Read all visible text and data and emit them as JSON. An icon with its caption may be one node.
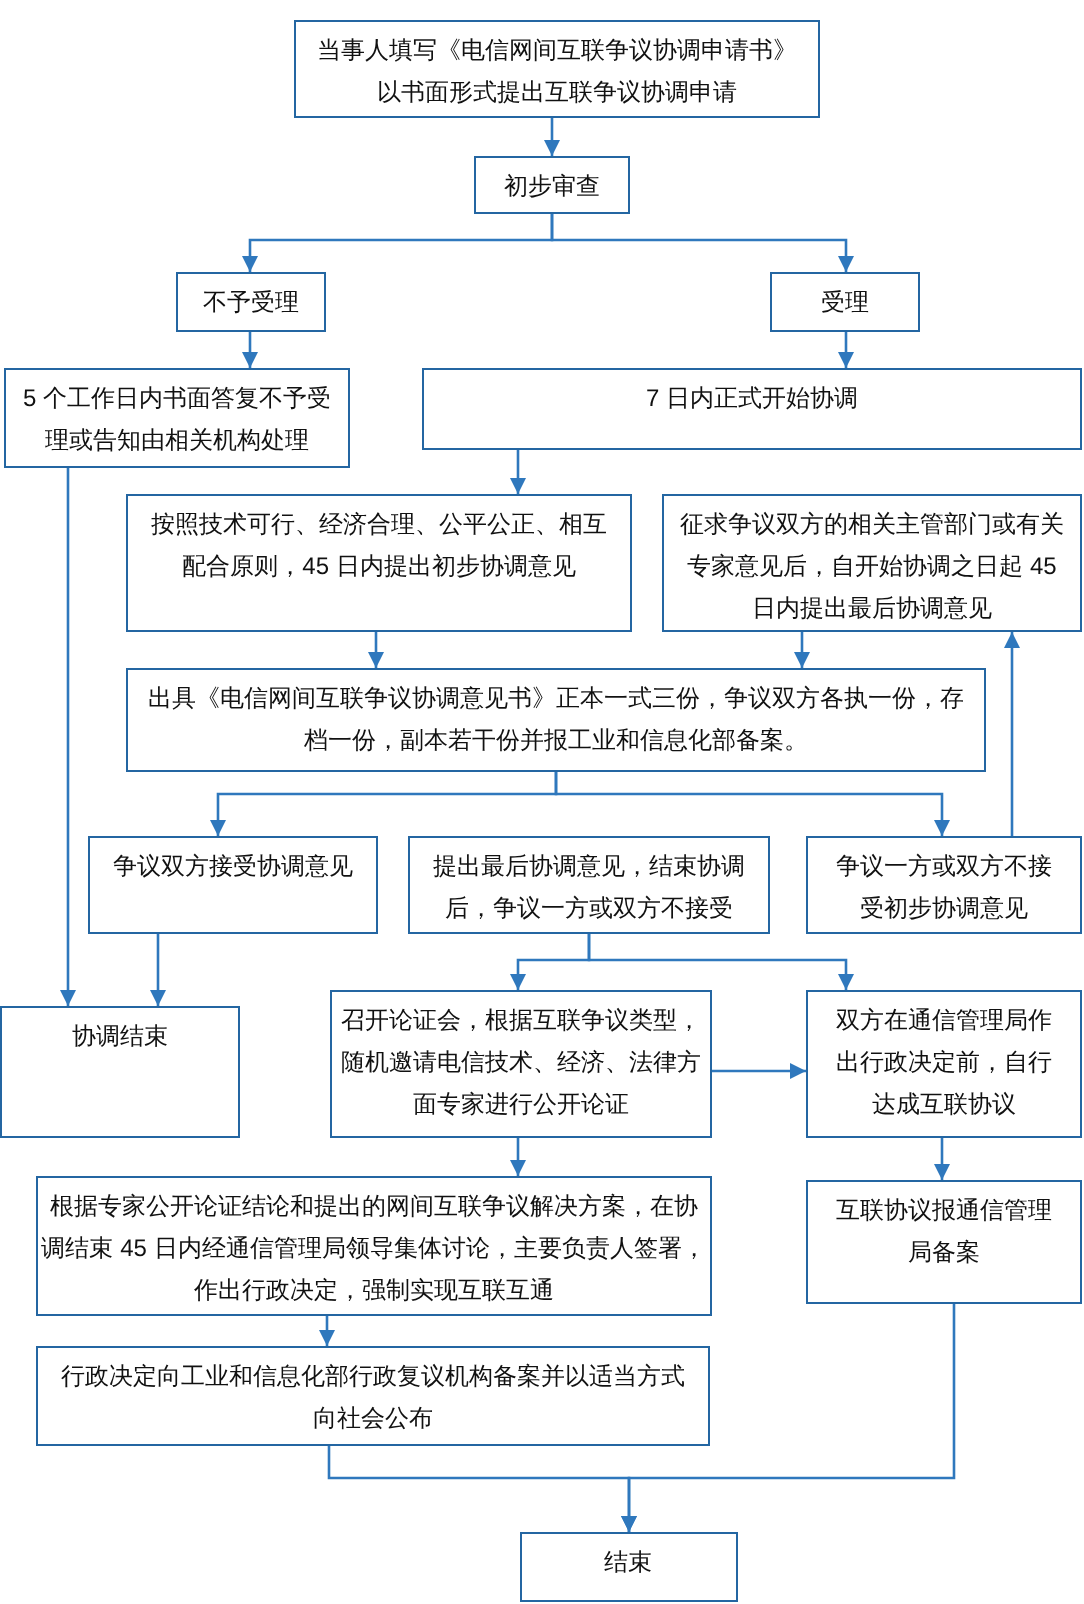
{
  "diagram": {
    "nodes": [
      {
        "text": [
          "当事人填写《电信网间互联争议协调申请书》以书面形式提出互联争议协调申请"
        ]
      },
      {
        "text": [
          "初步审查"
        ]
      },
      {
        "text": [
          "不予受理"
        ]
      },
      {
        "text": [
          "受理"
        ]
      },
      {
        "text": [
          "5 个工作日内书面答复不予受理或告知由相关机构处理"
        ]
      },
      {
        "text": [
          "7 日内正式开始协调"
        ]
      },
      {
        "text": [
          "按照技术可行、经济合理、公平公正、相互配合原则，45 日内提出初步协调意见"
        ]
      },
      {
        "text": [
          "征求争议双方的相关主管部门或有关专家意见后，自开始协调之日起 45 日内提出最后协调意见"
        ]
      },
      {
        "text": [
          "出具《电信网间互联争议协调意见书》正本一式三份，争议双方各执一份，存档一份，副本若干份并报工业和信息化部备案。"
        ]
      },
      {
        "text": [
          "争议双方接受协调意见"
        ]
      },
      {
        "text": [
          "提出最后协调意见，结束协调后，争议一方或双方不接受"
        ]
      },
      {
        "text": [
          "争议一方或双方不接受初步协调意见"
        ]
      },
      {
        "text": [
          "协调结束"
        ]
      },
      {
        "text": [
          "召开论证会，根据互联争议类型，随机邀请电信技术、经济、法律方面专家进行公开论证"
        ]
      },
      {
        "text": [
          "双方在通信管理局作出行政决定前，自行达成互联协议"
        ]
      },
      {
        "text": [
          "根据专家公开论证结论和提出的网间互联争议解决方案，在协调结束 45 日内经通信管理局领导集体讨论，主要负责人签署，作出行政决定，强制实现互联互通"
        ]
      },
      {
        "text": [
          "互联协议报通信管理局备案"
        ]
      },
      {
        "text": [
          "行政决定向工业和信息化部行政复议机构备案并以适当方式向社会公布"
        ]
      },
      {
        "text": [
          "结束"
        ]
      }
    ],
    "edges": [
      {
        "from": 0,
        "to": 1,
        "arrow": "to"
      },
      {
        "from": 1,
        "to": 2,
        "arrow": "to"
      },
      {
        "from": 1,
        "to": 3,
        "arrow": "to"
      },
      {
        "from": 2,
        "to": 4,
        "arrow": "to"
      },
      {
        "from": 3,
        "to": 5,
        "arrow": "to"
      },
      {
        "from": 4,
        "to": 12,
        "arrow": "to"
      },
      {
        "from": 5,
        "to": 6,
        "arrow": "to"
      },
      {
        "from": 6,
        "to": 8,
        "arrow": "to"
      },
      {
        "from": 7,
        "to": 8,
        "arrow": "to"
      },
      {
        "from": 8,
        "to": 9,
        "arrow": "to"
      },
      {
        "from": 8,
        "to": 11,
        "arrow": "to"
      },
      {
        "from": 11,
        "to": 7,
        "arrow": "to"
      },
      {
        "from": 9,
        "to": 12,
        "arrow": "to"
      },
      {
        "from": 10,
        "to": 13,
        "arrow": "to"
      },
      {
        "from": 10,
        "to": 14,
        "arrow": "to"
      },
      {
        "from": 13,
        "to": 14,
        "arrow": "to"
      },
      {
        "from": 13,
        "to": 15,
        "arrow": "to"
      },
      {
        "from": 14,
        "to": 16,
        "arrow": "to"
      },
      {
        "from": 15,
        "to": 17,
        "arrow": "to"
      },
      {
        "from": 17,
        "to": 18,
        "arrow": "to"
      },
      {
        "from": 16,
        "to": 18,
        "arrow": "to"
      }
    ]
  }
}
